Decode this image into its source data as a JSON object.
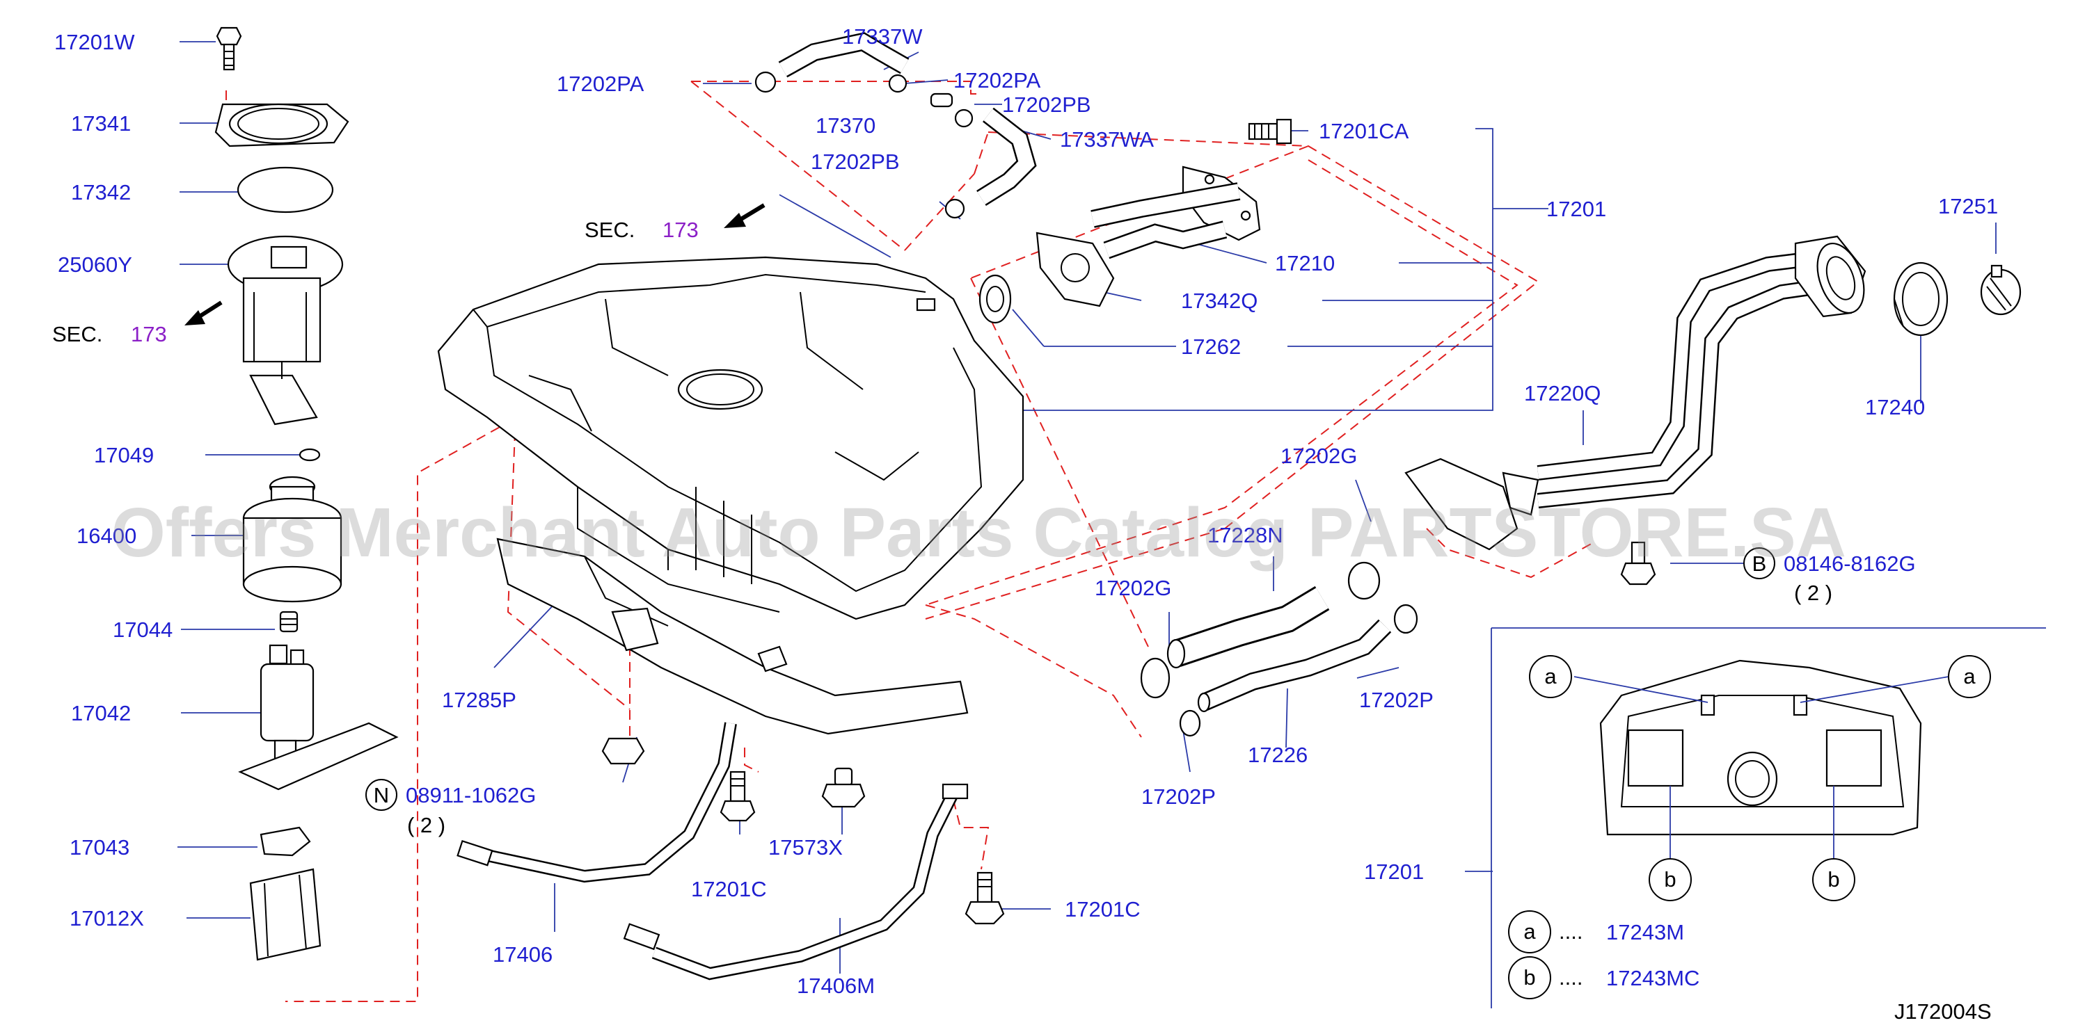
{
  "labels": {
    "l17201w": "17201W",
    "l17341": "17341",
    "l17342": "17342",
    "l25060y": "25060Y",
    "sec_left": "SEC.",
    "sec_left_num": "173",
    "l17049": "17049",
    "l16400": "16400 ",
    "l17044": "17044",
    "l17042": "17042",
    "l08911": "08911-1062G",
    "l08911_qty": "( 2 )",
    "l17043": "17043",
    "l17012x": "17012X",
    "l17202pa_left": "17202PA",
    "l17337w": "17337W",
    "l17202pa_right": "17202PA",
    "l17370": "17370",
    "l17202pb_top": "17202PB",
    "l17337wa": "17337WA",
    "l17202pb_mid": "17202PB",
    "sec_mid": "SEC.",
    "sec_mid_num": "173",
    "l17201ca": "17201CA",
    "l17201_top": "17201",
    "l17210": "17210",
    "l17342q": "17342Q",
    "l17262": "17262",
    "l17285p": "17285P",
    "l17201c_a": "17201C",
    "l17573x": "17573X",
    "l17201c_b": "17201C",
    "l17406": "17406",
    "l17406m": "17406M",
    "l17251": "17251",
    "l17220q": "17220Q",
    "l17240": "17240",
    "l17202g_top": "17202G",
    "l17228n": "17228N",
    "l17202g_left": "17202G",
    "l08146": "08146-8162G",
    "l08146_qty": "( 2 )",
    "l17202p_right": "17202P",
    "l17226": "17226",
    "l17202p_bottom": "17202P",
    "l17201_inset": "17201",
    "legend_a_dots": "....",
    "legend_a_part": "17243M",
    "legend_b_dots": "....",
    "legend_b_part": "17243MC",
    "diagram_code": "J172004S"
  },
  "callouts": {
    "n": "N",
    "b": "B",
    "a": "a",
    "b_small": "b"
  },
  "watermark": "Offers Merchant Auto Parts Catalog PARTSTORE.SA",
  "colors": {
    "label": "#1f1fd0",
    "sec_ref": "#8b1fc7",
    "dash": "#e02020",
    "leader": "#2a3aa8"
  }
}
